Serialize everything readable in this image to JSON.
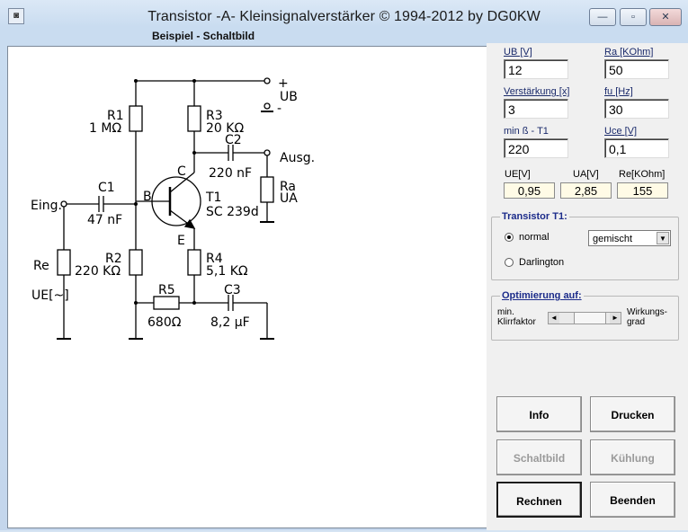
{
  "window": {
    "title": "Transistor -A- Kleinsignalverstärker © 1994-2012 by DG0KW",
    "subtitle": "Beispiel - Schaltbild",
    "caption_buttons": [
      "—",
      "▫",
      "✕"
    ]
  },
  "inputs": {
    "ub": {
      "label": "UB [V]",
      "value": "12"
    },
    "ra": {
      "label": "Ra [KOhm]",
      "value": "50"
    },
    "verstaerkung": {
      "label": "Verstärkung [x]",
      "value": "3"
    },
    "fu": {
      "label": "fu [Hz]",
      "value": "30"
    },
    "beta": {
      "label": "min  ß - T1",
      "value": "220"
    },
    "uce": {
      "label": "Uce [V]",
      "value": "0,1"
    }
  },
  "results": {
    "ue": {
      "label": "UE[V]",
      "value": "0,95"
    },
    "ua": {
      "label": "UA[V]",
      "value": "2,85"
    },
    "re": {
      "label": "Re[KOhm]",
      "value": "155"
    }
  },
  "transistor_group": {
    "title": "Transistor T1:",
    "normal": "normal",
    "darlington": "Darlington",
    "selected": "normal",
    "type_select": "gemischt"
  },
  "optimierung_group": {
    "title": "Optimierung auf:",
    "left_label_1": "min.",
    "left_label_2": "Klirrfaktor",
    "right_label_1": "Wirkungs-",
    "right_label_2": "grad"
  },
  "buttons": {
    "info": "Info",
    "drucken": "Drucken",
    "schaltbild": "Schaltbild",
    "kuehlung": "Kühlung",
    "rechnen": "Rechnen",
    "beenden": "Beenden"
  },
  "schematic": {
    "r1": "R1",
    "r1_val": "1 MΩ",
    "r2": "R2",
    "r2_val": "220 KΩ",
    "r3": "R3",
    "r3_val": "20 KΩ",
    "r4": "R4",
    "r4_val": "5,1 KΩ",
    "r5": "R5",
    "r5_val": "680Ω",
    "c1": "C1",
    "c1_val": "47 nF",
    "c2": "C2",
    "c2_val": "220 nF",
    "c3": "C3",
    "c3_val": "8,2 µF",
    "t1": "T1",
    "t1_val": "SC 239d",
    "ra": "Ra",
    "ua": "UA",
    "re": "Re",
    "ue": "UE[~]",
    "ub": "UB",
    "plus": "+",
    "minus": "-",
    "ausg": "Ausg.",
    "eing": "Eing.",
    "b": "B",
    "c": "C",
    "e": "E"
  }
}
